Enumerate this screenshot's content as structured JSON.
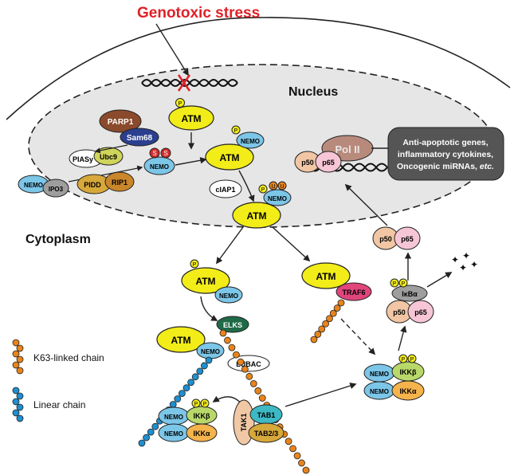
{
  "title": "Genotoxic stress",
  "compartments": {
    "nucleus": "Nucleus",
    "cytoplasm": "Cytoplasm"
  },
  "proteins": {
    "atm": "ATM",
    "nemo": "NEMO",
    "parp1": "PARP1",
    "sam68": "Sam68",
    "piasy": "PIASy",
    "ubc9": "Ubc9",
    "pidd": "PIDD",
    "rip1": "RIP1",
    "ipo3": "IPO3",
    "ciap1": "cIAP1",
    "traf6": "TRAF6",
    "elks": "ELKS",
    "lubac": "LUBAC",
    "ikkb": "IKKβ",
    "ikka": "IKKα",
    "tak1": "TAK1",
    "tab1": "TAB1",
    "tab23": "TAB2/3",
    "ikba": "IκBα",
    "p50": "p50",
    "p65": "p65",
    "pol2": "Pol II"
  },
  "modifications": {
    "phospho": "P",
    "sumo": "S",
    "ubiquitin": "U"
  },
  "gene_box": {
    "line1": "Anti-apoptotic genes,",
    "line2": "inflammatory cytokines,",
    "line3": "Oncogenic miRNAs, ",
    "line3_italic": "etc."
  },
  "legend": {
    "k63": "K63-linked chain",
    "linear": "Linear chain"
  },
  "colors": {
    "title": "#e02027",
    "atm": "#f2ec18",
    "nemo": "#7cc6e8",
    "parp1": "#8a4a2b",
    "sam68": "#2b3f8f",
    "sumo": "#d12b2b",
    "k63_chain": "#e8841c",
    "linear_chain": "#1e8fd0",
    "nucleus": "#e6e6e6",
    "gene_box": "#555555",
    "p50": "#f2c6a4",
    "p65": "#f6c6d6",
    "traf6": "#e0457b",
    "elks": "#1f6b48",
    "ikkb": "#b9d86a",
    "ikka": "#f5b34c",
    "tab1": "#3cb9c4",
    "tak1": "#f1c8a6",
    "ikba": "#9e9e9e",
    "pidd": "#d7a83a",
    "rip1": "#c9862a",
    "ubc9": "#cfd45a"
  }
}
